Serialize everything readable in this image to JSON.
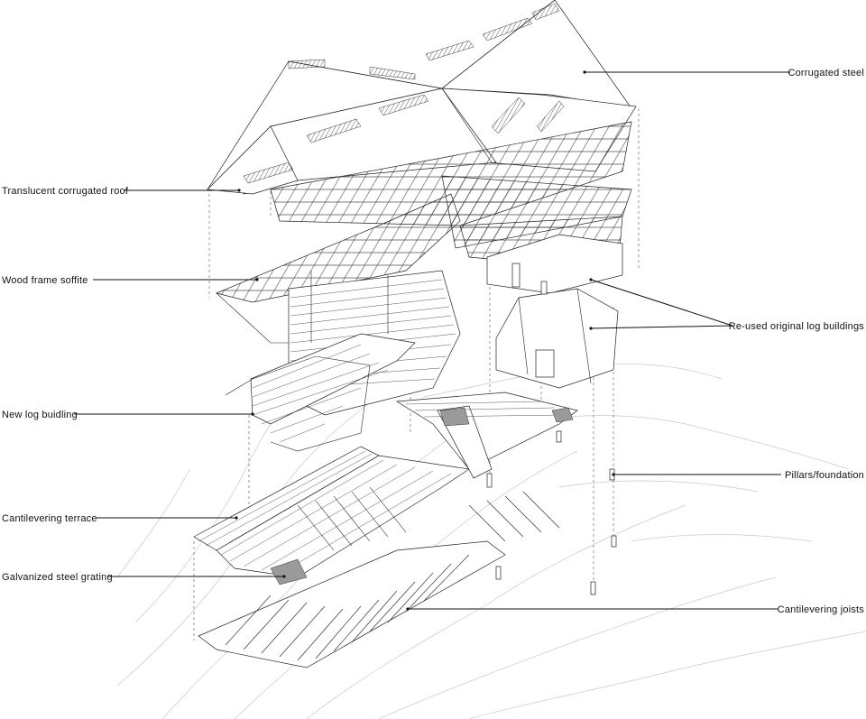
{
  "labels": {
    "corrugated_steel": "Corrugated steel",
    "translucent_roof": "Translucent corrugated roof",
    "wood_soffite": "Wood frame soffite",
    "reused_log": "Re-used original log buildings",
    "new_log": "New log buidling",
    "pillars": "Pillars/foundation",
    "cantilevering_terrace": "Cantilevering terrace",
    "galvanized_grating": "Galvanized steel grating",
    "cantilevering_joists": "Cantilevering joists"
  },
  "colors": {
    "line": "#111111",
    "topography": "#c9c9c9",
    "grating": "#9a9a9a"
  }
}
